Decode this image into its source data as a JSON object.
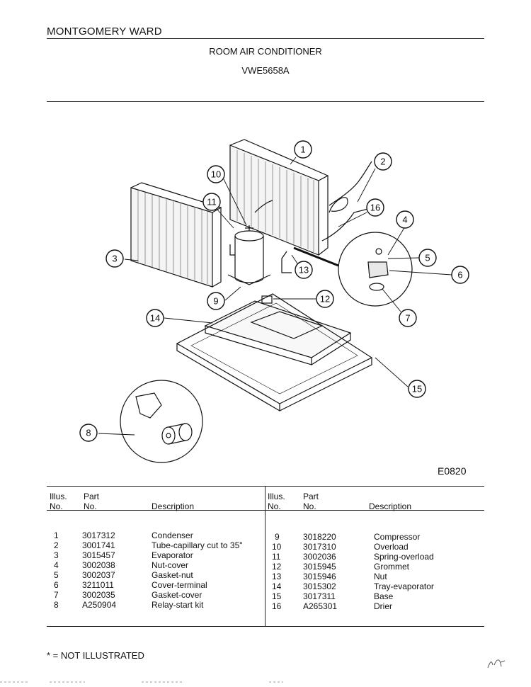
{
  "header": {
    "brand": "MONTGOMERY WARD",
    "title": "ROOM AIR CONDITIONER",
    "model": "VWE5658A"
  },
  "diagram": {
    "code": "E0820",
    "callouts": [
      "1",
      "2",
      "3",
      "4",
      "5",
      "6",
      "7",
      "8",
      "9",
      "10",
      "11",
      "12",
      "13",
      "14",
      "15",
      "16"
    ]
  },
  "table": {
    "headers": {
      "illus": "Illus.",
      "no": "No.",
      "part": "Part",
      "part_no": "No.",
      "description": "Description"
    },
    "left_rows": [
      {
        "illus": "1",
        "part": "3017312",
        "desc": "Condenser"
      },
      {
        "illus": "2",
        "part": "3001741",
        "desc": "Tube-capillary cut to 35\""
      },
      {
        "illus": "3",
        "part": "3015457",
        "desc": "Evaporator"
      },
      {
        "illus": "4",
        "part": "3002038",
        "desc": "Nut-cover"
      },
      {
        "illus": "5",
        "part": "3002037",
        "desc": "Gasket-nut"
      },
      {
        "illus": "6",
        "part": "3211011",
        "desc": "Cover-terminal"
      },
      {
        "illus": "7",
        "part": "3002035",
        "desc": "Gasket-cover"
      },
      {
        "illus": "8",
        "part": "A250904",
        "desc": "Relay-start kit"
      }
    ],
    "right_rows": [
      {
        "illus": "9",
        "part": "3018220",
        "desc": "Compressor"
      },
      {
        "illus": "10",
        "part": "3017310",
        "desc": "Overload"
      },
      {
        "illus": "11",
        "part": "3002036",
        "desc": "Spring-overload"
      },
      {
        "illus": "12",
        "part": "3015945",
        "desc": "Grommet"
      },
      {
        "illus": "13",
        "part": "3015946",
        "desc": "Nut"
      },
      {
        "illus": "14",
        "part": "3015302",
        "desc": "Tray-evaporator"
      },
      {
        "illus": "15",
        "part": "3017311",
        "desc": "Base"
      },
      {
        "illus": "16",
        "part": "A265301",
        "desc": "Drier"
      }
    ]
  },
  "footnote": "* = NOT ILLUSTRATED"
}
